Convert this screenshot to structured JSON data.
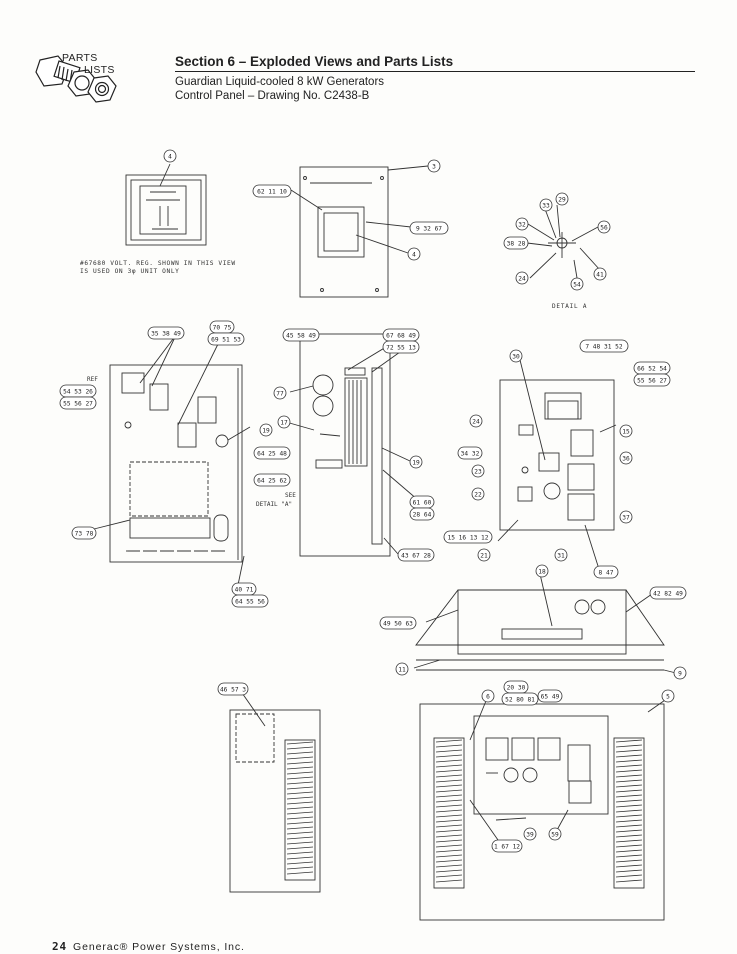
{
  "logo": {
    "line1": "PARTS",
    "line2": "LISTS"
  },
  "header": {
    "section_title": "Section 6 – Exploded Views and Parts Lists",
    "subtitle": "Guardian Liquid-cooled 8 kW Generators",
    "drawing": "Control Panel – Drawing No. C2438-B"
  },
  "drawing": {
    "note_line1": "#67680 VOLT. REG. SHOWN IN THIS VIEW",
    "note_line2": "IS USED ON 3φ UNIT ONLY",
    "detail_a_label": "DETAIL A",
    "see_detail_label_1": "SEE",
    "see_detail_label_2": "DETAIL \"A\"",
    "ref_label": "REF",
    "callouts": {
      "c4_top": "4",
      "c3": "3",
      "c62_11_10": "62 11 10",
      "c9_32_67": "9 32 67",
      "c4_mid": "4",
      "c33": "33",
      "c29": "29",
      "c32": "32",
      "c56_a": "56",
      "c38_28": "38 28",
      "c24_a": "24",
      "c54_a": "54",
      "c41": "41",
      "c35_38_49": "35 38 49",
      "c70_75": "70 75",
      "c69_51_53": "69 51 53",
      "c45_58_49": "45 58 49",
      "c67_68_49": "67 68 49",
      "c72_55_13": "72 55 13",
      "c7_48_31_52": "7 48 31 52",
      "c66_52_54": "66 52 54",
      "c55_56_27": "55 56 27",
      "c54_53_26": "54 53 26",
      "c55_56_27b": "55 56 27",
      "c77": "77",
      "c17": "17",
      "c19": "19",
      "c64_25_48": "64 25 48",
      "c64_25_62": "64 25 62",
      "c19b": "19",
      "c30": "30",
      "c24_b": "24",
      "c34_32": "34 32",
      "c23": "23",
      "c22": "22",
      "c15_right": "15",
      "c36": "36",
      "c37": "37",
      "c61_60": "61 60",
      "c28_64": "28 64",
      "c73_78": "73 78",
      "c43_67_28": "43 67 28",
      "c40_71": "40 71",
      "c64_55_56": "64 55 56",
      "c15_16_13_12": "15 16 13 12",
      "c21": "21",
      "c31": "31",
      "c8_47": "8 47",
      "c18": "18",
      "c42_82_49": "42 82 49",
      "c49_50_63": "49 50 63",
      "c11": "11",
      "c9": "9",
      "c46_57_3": "46 57 3",
      "c6": "6",
      "c5": "5",
      "c20_30": "20 30",
      "c52_80_81": "52 80 81",
      "c65_49": "65 49",
      "c39": "39",
      "c59": "59",
      "c1_67_12": "1 67 12"
    }
  },
  "footer": {
    "page_number": "24",
    "company": "Generac® Power Systems, Inc."
  }
}
